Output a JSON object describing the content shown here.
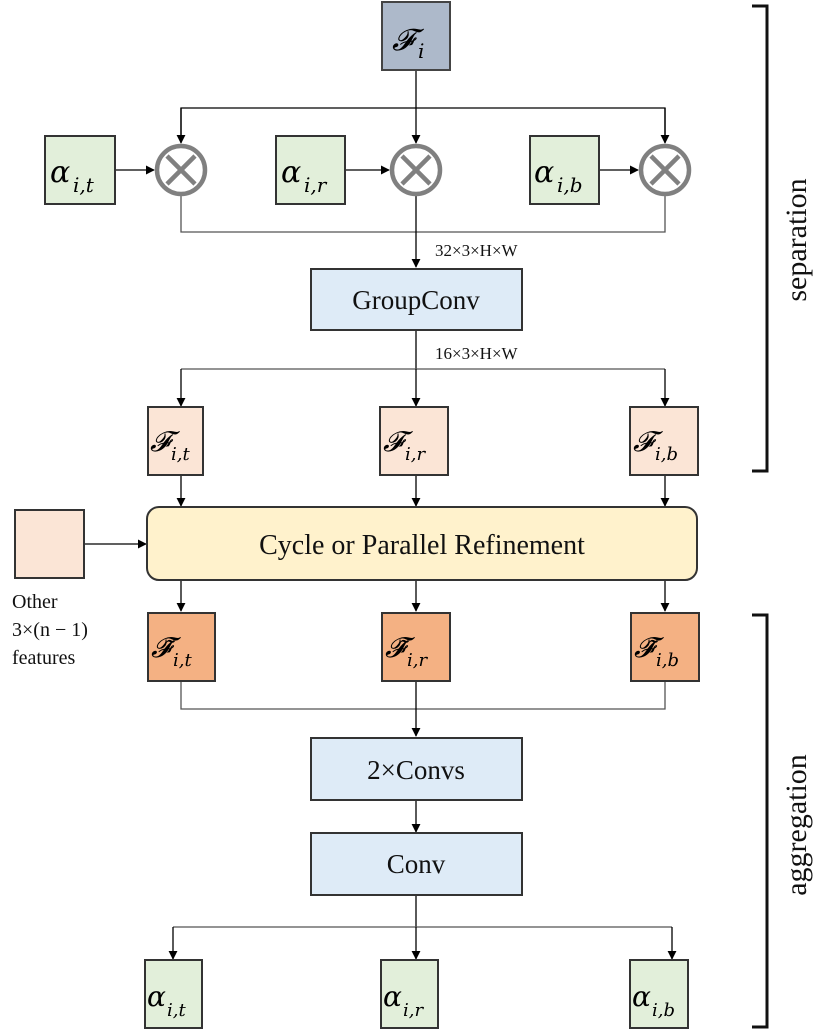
{
  "colors": {
    "input_feature": "#adb9ca",
    "alpha": "#e2efda",
    "conv": "#deebf7",
    "split_feature": "#fbe5d6",
    "refine_block": "#fff2cc",
    "refined_feature": "#f4b183",
    "multiply_op": "#808080",
    "stroke": "#333333"
  },
  "input": {
    "symbol": "𝓕",
    "sub": "i"
  },
  "weights_top": [
    {
      "symbol": "α",
      "sub": "i,t"
    },
    {
      "symbol": "α",
      "sub": "i,r"
    },
    {
      "symbol": "α",
      "sub": "i,b"
    }
  ],
  "multiply_icon": "circled-times-icon",
  "shape_after_multiply": "32×3×H×W",
  "group_conv_label": "GroupConv",
  "shape_after_group_conv": "16×3×H×W",
  "split_features": [
    {
      "symbol": "𝓕",
      "sub": "i,t"
    },
    {
      "symbol": "𝓕",
      "sub": "i,r"
    },
    {
      "symbol": "𝓕",
      "sub": "i,b"
    }
  ],
  "refinement_label": "Cycle or Parallel Refinement",
  "other_features_label": [
    "Other",
    "3×(n − 1)",
    "features"
  ],
  "refined_features": [
    {
      "symbol": "𝓕̃",
      "sub": "i,t"
    },
    {
      "symbol": "𝓕̃",
      "sub": "i,r"
    },
    {
      "symbol": "𝓕̃",
      "sub": "i,b"
    }
  ],
  "convs_label": "2×Convs",
  "conv_label": "Conv",
  "weights_bottom": [
    {
      "symbol": "α",
      "sub": "i,t"
    },
    {
      "symbol": "α",
      "sub": "i,r"
    },
    {
      "symbol": "α",
      "sub": "i,b"
    }
  ],
  "brackets": {
    "top": "separation",
    "bottom": "aggregation"
  }
}
